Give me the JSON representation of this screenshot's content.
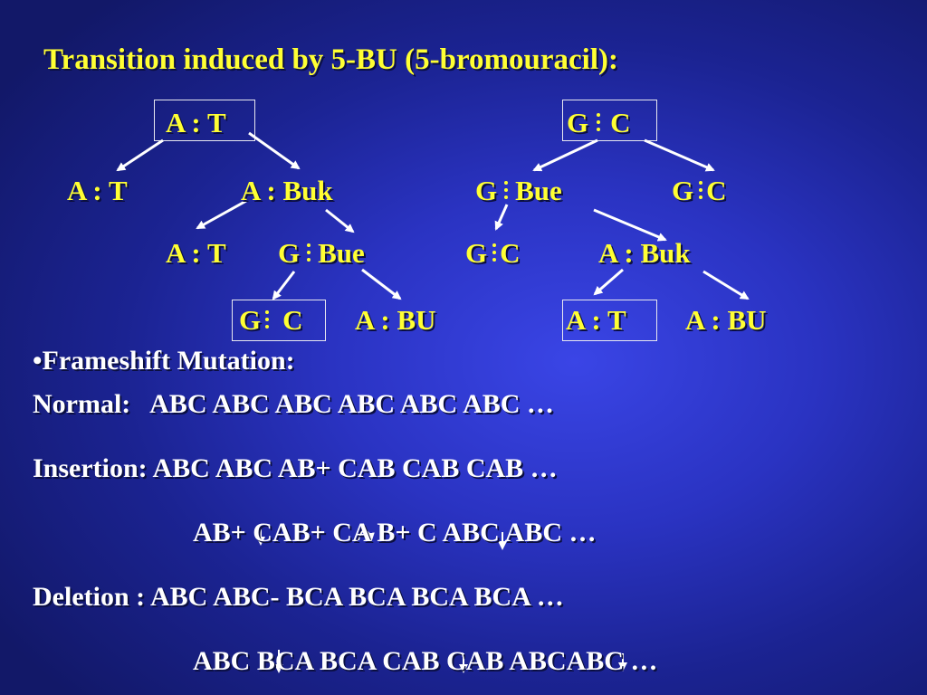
{
  "title": "Transition induced by 5-BU (5-bromouracil):",
  "tree": {
    "left_root": "A : T",
    "left_l1_left": "A : T",
    "left_l1_right": "A : Buk",
    "left_l2_left": "A : T",
    "left_l2_right_a": "G",
    "left_l2_right_b": "Bue",
    "left_l3_left_a": "G",
    "left_l3_left_b": "C",
    "left_l3_right": "A : BU",
    "right_root_a": "G",
    "right_root_b": "C",
    "right_l1_left_a": "G",
    "right_l1_left_b": "Bue",
    "right_l1_right_a": "G",
    "right_l1_right_b": "C",
    "right_l2_left_a": "G",
    "right_l2_left_b": "C",
    "right_l2_right": "A : Buk",
    "right_l3_left": "A : T",
    "right_l3_right": "A : BU"
  },
  "frameshift": {
    "heading": "•Frameshift Mutation:",
    "normal": "Normal:   ABC ABC ABC ABC ABC ABC …",
    "insertion": "Insertion: ABC ABC AB+ CAB CAB CAB …",
    "insertion2": "AB+ CAB+ CA B+ C ABC ABC …",
    "deletion": "Deletion : ABC ABC- BCA BCA BCA BCA …",
    "deletion2": "ABC BCA BCA CAB CAB ABCABC …"
  },
  "colors": {
    "node_text": "#ffff33",
    "body_text": "#ffffff",
    "arrows": "#ffffff",
    "background": "#2a33c2"
  }
}
